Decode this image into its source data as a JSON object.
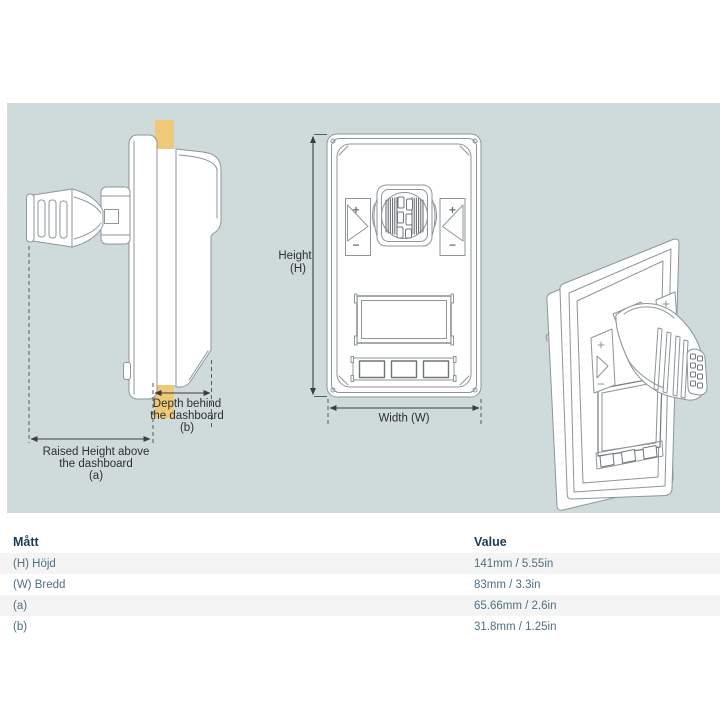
{
  "colors": {
    "band_background": "#cfdbda",
    "dashboard_strip": "#eec979",
    "line_art": "#8d9599",
    "line_art_dark": "#6f777b",
    "dimension_line": "#3c3c3c",
    "diagram_text": "#2f2f2f",
    "table_header_text": "#1d3c55",
    "table_row_text": "#4e7082",
    "table_stripe": "#f4f4f4"
  },
  "diagram": {
    "side_view": {
      "depth_label_line1": "Depth behind",
      "depth_label_line2": "the dashboard",
      "depth_ref": "(b)",
      "raised_label_line1": "Raised Height above",
      "raised_label_line2": "the dashboard",
      "raised_ref": "(a)"
    },
    "front_view": {
      "height_label": "Height",
      "height_ref": "(H)",
      "width_label": "Width (W)",
      "plus_symbol": "+",
      "minus_symbol": "−"
    }
  },
  "table": {
    "header": {
      "measurement": "Mått",
      "value": "Value"
    },
    "rows": [
      {
        "label": "(H) Höjd",
        "value": "141mm / 5.55in"
      },
      {
        "label": "(W) Bredd",
        "value": "83mm / 3.3in"
      },
      {
        "label": "(a)",
        "value": "65.66mm / 2.6in"
      },
      {
        "label": "(b)",
        "value": "31.8mm / 1.25in"
      }
    ]
  }
}
